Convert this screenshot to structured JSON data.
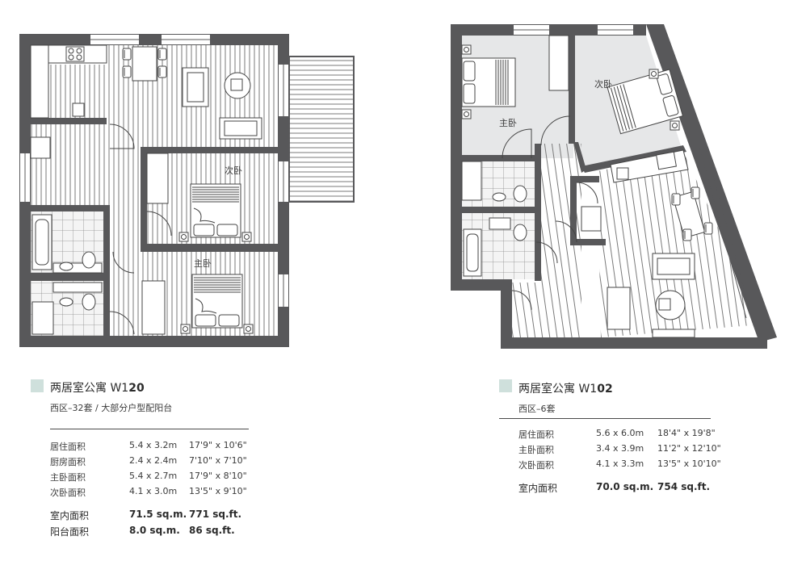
{
  "colors": {
    "wall": "#58585a",
    "floor_line": "#7a7a7a",
    "tile_fill": "#f2f2f2",
    "bedroom_fill": "#e6e7e8",
    "swatch": "#cfe0dc",
    "text": "#3a3a3a"
  },
  "units": [
    {
      "title_prefix": "两居室公寓 W1",
      "title_bold": "20",
      "subtitle": "西区–32套 / 大部分户型配阳台",
      "rows": [
        {
          "label": "居住面积",
          "metric": "5.4 x 3.2m",
          "imperial": "17'9\" x 10'6\""
        },
        {
          "label": "厨房面积",
          "metric": "2.4 x 2.4m",
          "imperial": "7'10\" x 7'10\""
        },
        {
          "label": "主卧面积",
          "metric": "5.4 x 2.7m",
          "imperial": "17'9\" x 8'10\""
        },
        {
          "label": "次卧面积",
          "metric": "4.1 x 3.0m",
          "imperial": "13'5\" x 9'10\""
        }
      ],
      "totals": [
        {
          "label": "室内面积",
          "metric": "71.5 sq.m.",
          "imperial": "771 sq.ft."
        },
        {
          "label": "阳台面积",
          "metric": "8.0 sq.m.",
          "imperial": "86 sq.ft."
        }
      ],
      "room_labels": {
        "bedroom2": "次卧",
        "master": "主卧"
      }
    },
    {
      "title_prefix": "两居室公寓 W1",
      "title_bold": "02",
      "subtitle": "西区–6套",
      "rows": [
        {
          "label": "居住面积",
          "metric": "5.6 x 6.0m",
          "imperial": "18'4\" x 19'8\""
        },
        {
          "label": "主卧面积",
          "metric": "3.4 x 3.9m",
          "imperial": "11'2\" x 12'10\""
        },
        {
          "label": "次卧面积",
          "metric": "4.1 x 3.3m",
          "imperial": "13'5\" x 10'10\""
        }
      ],
      "totals": [
        {
          "label": "室内面积",
          "metric": "70.0 sq.m.",
          "imperial": "754 sq.ft."
        }
      ],
      "room_labels": {
        "master": "主卧",
        "bedroom2": "次卧"
      }
    }
  ]
}
